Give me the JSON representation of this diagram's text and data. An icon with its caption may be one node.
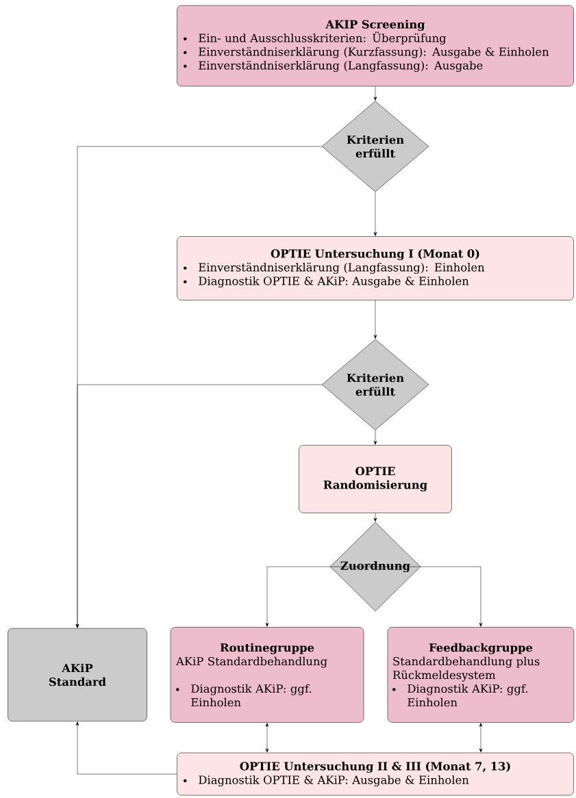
{
  "diagram": {
    "nodes": [
      {
        "text": [
          "AKIP Screening",
          "Ein- und Ausschlusskriterien: Überprüfung",
          "Einverständniserklärung (Kurzfassung): Ausgabe & Einholen",
          "Einverständniserklärung (Langfassung): Ausgabe"
        ]
      },
      {
        "text": [
          "Kriterien erfüllt"
        ]
      },
      {
        "text": [
          "OPTIE Untersuchung I (Monat 0)",
          "Einverständniserklärung (Langfassung): Einholen",
          "Diagnostik OPTIE & AKiP: Ausgabe & Einholen"
        ]
      },
      {
        "text": [
          "Kriterien erfüllt"
        ]
      },
      {
        "text": [
          "OPTIE Randomisierung"
        ]
      },
      {
        "text": [
          "Zuordnung"
        ]
      },
      {
        "text": [
          "Routinegruppe",
          "AKiP Standardbehandlung",
          "Diagnostik AKiP: ggf. Einholen"
        ]
      },
      {
        "text": [
          "Feedbackgruppe",
          "Standardbehandlung plus Rückmeldesystem",
          "Diagnostik AKiP: ggf. Einholen"
        ]
      },
      {
        "text": [
          "AKiP Standard"
        ]
      },
      {
        "text": [
          "OPTIE Untersuchung II & III (Monat 7, 13)",
          "Diagnostik OPTIE & AKiP: Ausgabe & Einholen"
        ]
      }
    ],
    "edges": [
      {
        "from": 0,
        "to": 1,
        "arrow": "to"
      },
      {
        "from": 1,
        "to": 2,
        "arrow": "to"
      },
      {
        "from": 1,
        "to": 8,
        "arrow": "to"
      },
      {
        "from": 2,
        "to": 3,
        "arrow": "to"
      },
      {
        "from": 3,
        "to": 8,
        "arrow": "to"
      },
      {
        "from": 3,
        "to": 4,
        "arrow": "to"
      },
      {
        "from": 4,
        "to": 5,
        "arrow": "to"
      },
      {
        "from": 5,
        "to": 6,
        "arrow": "to"
      },
      {
        "from": 5,
        "to": 7,
        "arrow": "to"
      },
      {
        "from": 6,
        "to": 9,
        "arrow": "both"
      },
      {
        "from": 7,
        "to": 9,
        "arrow": "both"
      },
      {
        "from": 9,
        "to": 8,
        "arrow": "to"
      }
    ]
  }
}
